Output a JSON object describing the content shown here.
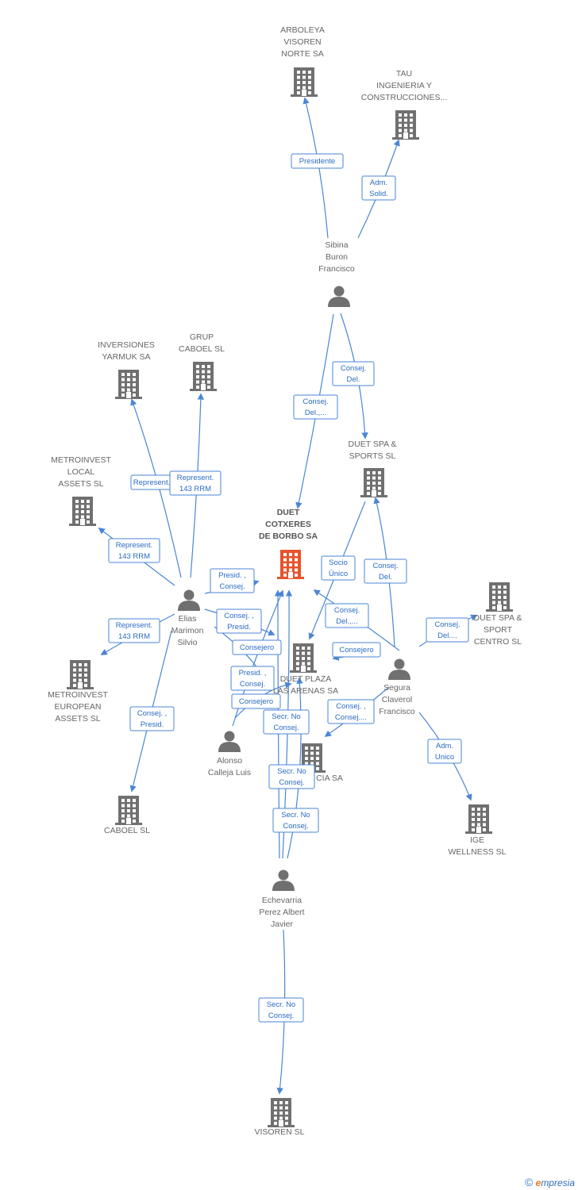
{
  "colors": {
    "edge": "#4a86d4",
    "edge_text": "#2a6cc4",
    "company": "#707070",
    "focus_company": "#e8532b",
    "person": "#707070",
    "label": "#666666"
  },
  "nodes": [
    {
      "id": "arboleya",
      "type": "company",
      "icon": "building-icon",
      "lines": [
        "ARBOLEYA",
        "VISOREN",
        "NORTE SA"
      ]
    },
    {
      "id": "tau",
      "type": "company",
      "icon": "building-icon",
      "lines": [
        "TAU",
        "INGENIERIA Y",
        "CONSTRUCCIONES..."
      ]
    },
    {
      "id": "sibina",
      "type": "person",
      "icon": "person-icon",
      "lines": [
        "Sibina",
        "Buron",
        "Francisco"
      ]
    },
    {
      "id": "inversiones",
      "type": "company",
      "icon": "building-icon",
      "lines": [
        "INVERSIONES",
        "YARMUK SA"
      ]
    },
    {
      "id": "grup",
      "type": "company",
      "icon": "building-icon",
      "lines": [
        "GRUP",
        "CABOEL SL"
      ]
    },
    {
      "id": "metro_local",
      "type": "company",
      "icon": "building-icon",
      "lines": [
        "METROINVEST",
        "LOCAL",
        "ASSETS SL"
      ]
    },
    {
      "id": "duet_spa_sports",
      "type": "company",
      "icon": "building-icon",
      "lines": [
        "DUET SPA &",
        "SPORTS SL"
      ]
    },
    {
      "id": "duet_cotxeres",
      "type": "focus",
      "icon": "building-icon",
      "lines": [
        "DUET",
        "COTXERES",
        "DE BORBO SA"
      ]
    },
    {
      "id": "elias",
      "type": "person",
      "icon": "person-icon",
      "lines": [
        "Elias",
        "Marimon",
        "Silvio"
      ]
    },
    {
      "id": "duet_spa_sport_centro",
      "type": "company",
      "icon": "building-icon",
      "lines": [
        "DUET SPA &",
        "SPORT",
        "CENTRO SL"
      ]
    },
    {
      "id": "duet_plaza",
      "type": "company",
      "icon": "building-icon",
      "lines": [
        "DUET PLAZA",
        "LAS ARENAS SA"
      ]
    },
    {
      "id": "metro_european",
      "type": "company",
      "icon": "building-icon",
      "lines": [
        "METROINVEST",
        "EUROPEAN",
        "ASSETS SL"
      ]
    },
    {
      "id": "segura",
      "type": "person",
      "icon": "person-icon",
      "lines": [
        "Segura",
        "Claverol",
        "Francisco"
      ]
    },
    {
      "id": "alonso",
      "type": "person",
      "icon": "person-icon",
      "lines": [
        "Alonso",
        "Calleja Luis"
      ]
    },
    {
      "id": "cia",
      "type": "company",
      "icon": "building-icon",
      "lines": [
        "CIA SA"
      ]
    },
    {
      "id": "caboel",
      "type": "company",
      "icon": "building-icon",
      "lines": [
        "CABOEL SL"
      ]
    },
    {
      "id": "ige",
      "type": "company",
      "icon": "building-icon",
      "lines": [
        "IGE",
        "WELLNESS SL"
      ]
    },
    {
      "id": "echevarria",
      "type": "person",
      "icon": "person-icon",
      "lines": [
        "Echevarria",
        "Perez Albert",
        "Javier"
      ]
    },
    {
      "id": "visoren",
      "type": "company",
      "icon": "building-icon",
      "lines": [
        "VISOREN SL"
      ]
    }
  ],
  "edges": [
    {
      "label": [
        "Presidente"
      ]
    },
    {
      "label": [
        "Adm.",
        "Solid."
      ]
    },
    {
      "label": [
        "Consej.",
        "Del."
      ]
    },
    {
      "label": [
        "Consej.",
        "Del.,..."
      ]
    },
    {
      "label": [
        "Represent."
      ]
    },
    {
      "label": [
        "Represent.",
        "143 RRM"
      ]
    },
    {
      "label": [
        "Represent.",
        "143 RRM"
      ]
    },
    {
      "label": [
        "Presid. ,",
        "Consej."
      ]
    },
    {
      "label": [
        "Consej. ,",
        "Presid."
      ]
    },
    {
      "label": [
        "Represent.",
        "143 RRM"
      ]
    },
    {
      "label": [
        "Consejero"
      ]
    },
    {
      "label": [
        "Consej. ,",
        "Presid."
      ]
    },
    {
      "label": [
        "Socio",
        "Único"
      ]
    },
    {
      "label": [
        "Consej.",
        "Del."
      ]
    },
    {
      "label": [
        "Consej.",
        "Del.,..."
      ]
    },
    {
      "label": [
        "Consejero"
      ]
    },
    {
      "label": [
        "Consej.",
        "Del...."
      ]
    },
    {
      "label": [
        "Consej. ,",
        "Consej...."
      ]
    },
    {
      "label": [
        "Adm.",
        "Unico"
      ]
    },
    {
      "label": [
        "Presid. ,",
        "Consej."
      ]
    },
    {
      "label": [
        "Consejero"
      ]
    },
    {
      "label": [
        "Secr.  No",
        "Consej."
      ]
    },
    {
      "label": [
        "Secr.  No",
        "Consej."
      ]
    },
    {
      "label": [
        "Secr.  No",
        "Consej."
      ]
    },
    {
      "label": [
        "Secr.  No",
        "Consej."
      ]
    }
  ],
  "footer": {
    "symbol": "©",
    "brand_e": "e",
    "brand_rest": "mpresia"
  }
}
